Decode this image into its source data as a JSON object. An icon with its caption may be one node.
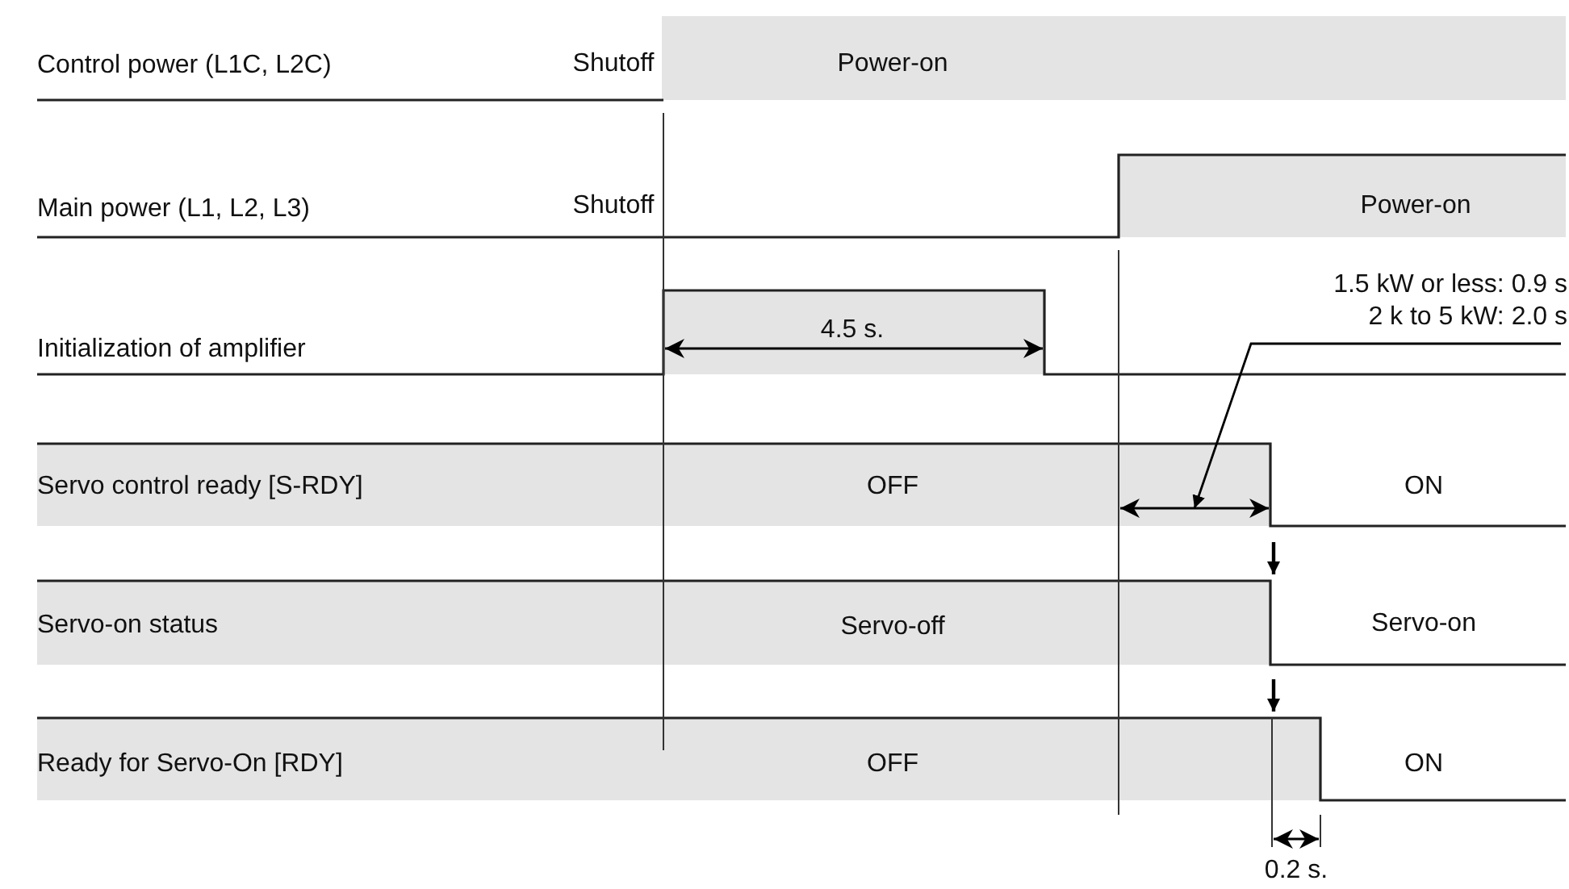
{
  "diagram": {
    "nodes": [
      {
        "text": [
          "1.5 kW or less: 0.9 s",
          "2 k to 5 kW: 2.0 s"
        ]
      },
      {
        "text": [],
        "shape": "line"
      }
    ],
    "edges": [
      {
        "from": 0,
        "to": 1,
        "arrow": "to"
      }
    ],
    "labels": [
      "Control power (L1C, L2C)",
      "Shutoff",
      "Power-on",
      "Main power (L1, L2, L3)",
      "Shutoff",
      "Power-on",
      "Initialization of amplifier",
      "4.5 s.",
      "Servo control ready [S-RDY]",
      "OFF",
      "ON",
      "Servo-on status",
      "Servo-off",
      "Servo-on",
      "Ready for Servo-On [RDY]",
      "OFF",
      "ON",
      "0.2 s."
    ]
  }
}
